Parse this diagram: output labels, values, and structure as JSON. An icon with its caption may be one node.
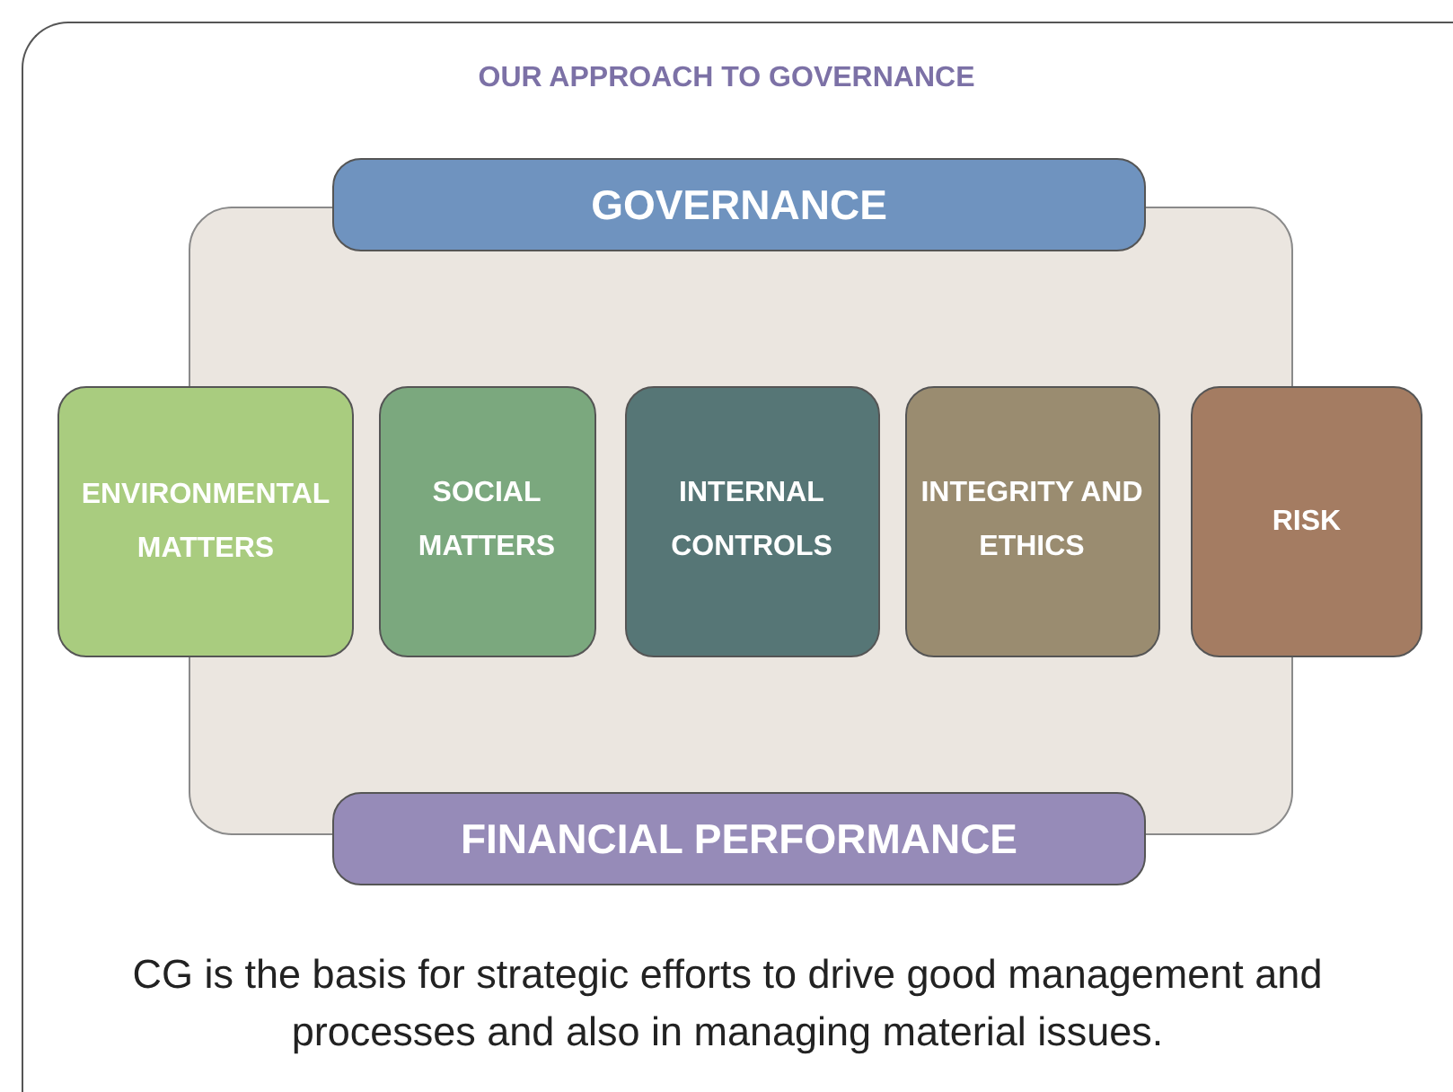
{
  "diagram": {
    "title": "OUR APPROACH TO GOVERNANCE",
    "caption": "CG is the basis for strategic efforts to drive good management and processes and also in managing material issues.",
    "nodes": [
      {
        "text": [],
        "shape": "box"
      },
      {
        "text": [
          "GOVERNANCE"
        ]
      },
      {
        "text": [
          "ENVIRONMENTAL MATTERS"
        ]
      },
      {
        "text": [
          "SOCIAL MATTERS"
        ],
        "in": 0
      },
      {
        "text": [
          "INTERNAL CONTROLS"
        ],
        "in": 0
      },
      {
        "text": [
          "INTEGRITY AND ETHICS"
        ],
        "in": 0
      },
      {
        "text": [
          "RISK"
        ]
      },
      {
        "text": [
          "FINANCIAL PERFORMANCE"
        ]
      }
    ]
  }
}
